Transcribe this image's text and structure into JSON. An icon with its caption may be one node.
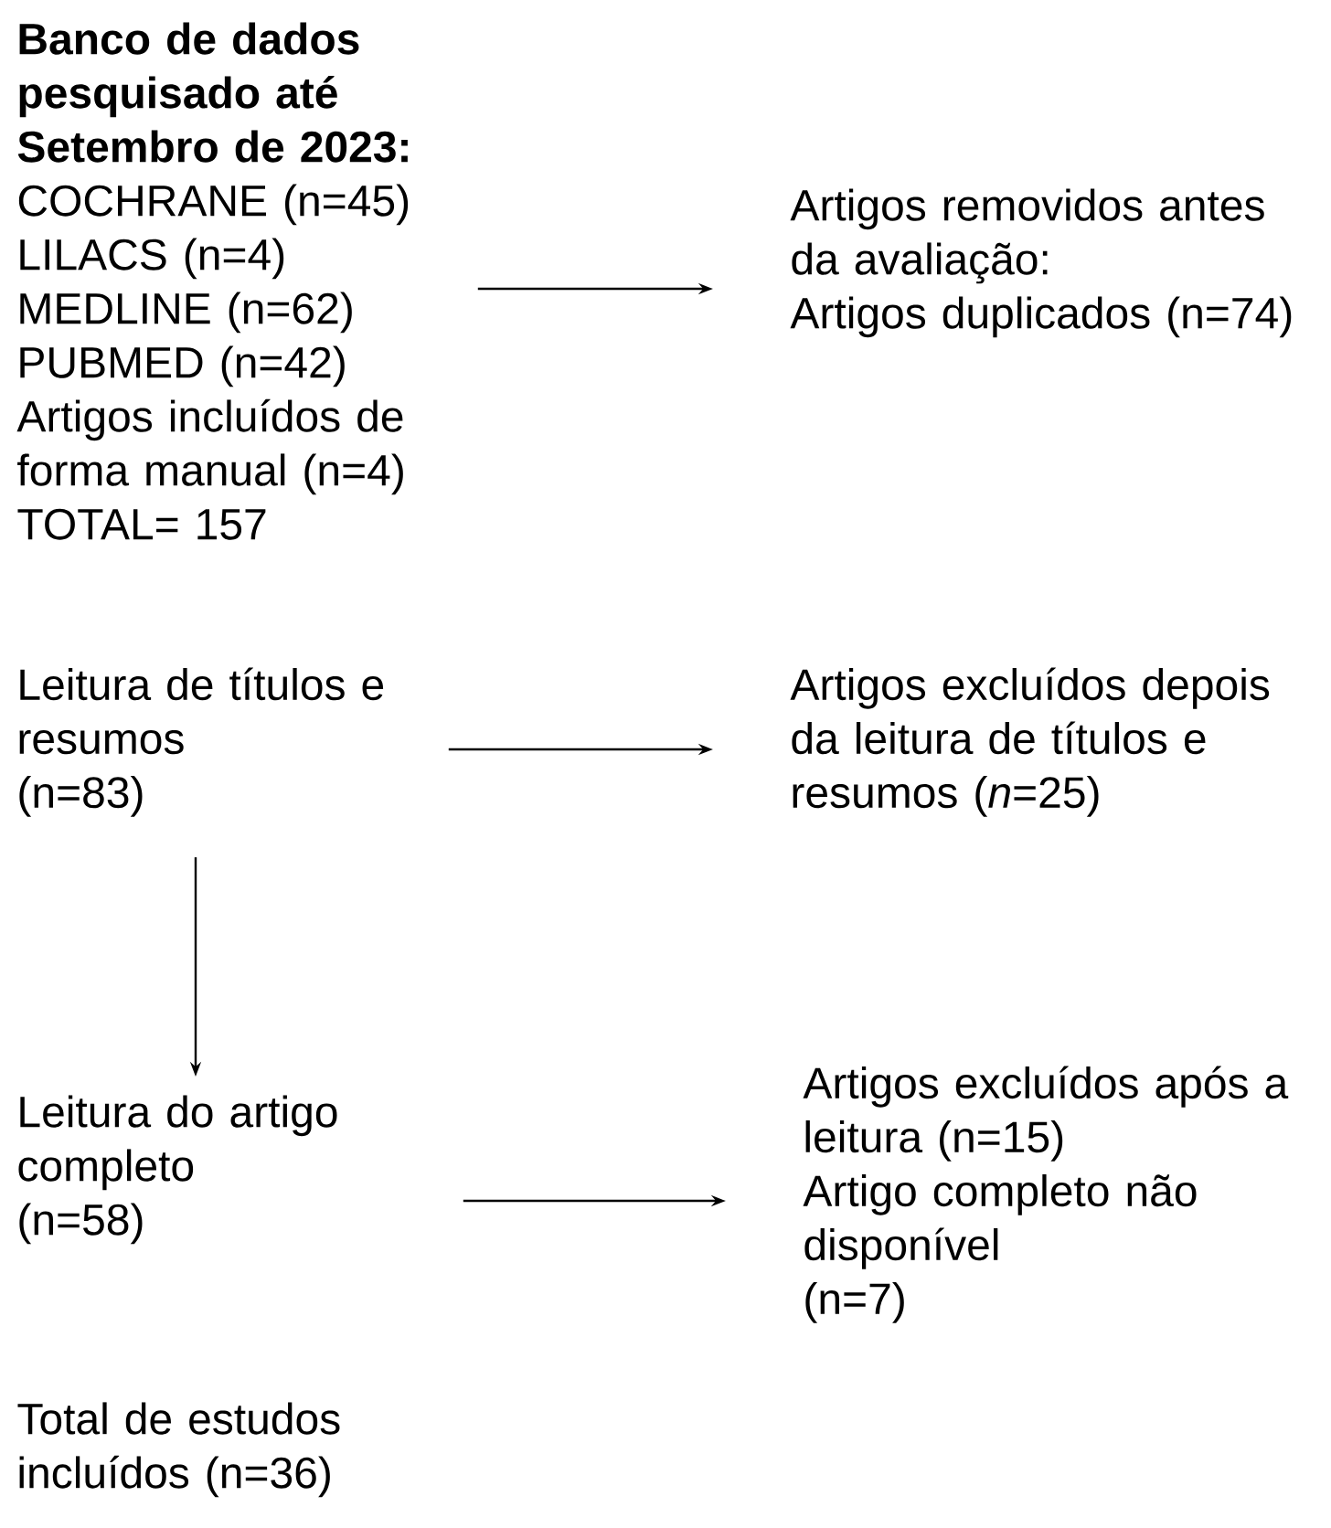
{
  "diagram": {
    "nodes": [
      {
        "text": [
          "Banco de dados pesquisado até Setembro de 2023:",
          "COCHRANE (n=45)",
          "LILACS (n=4)",
          "MEDLINE (n=62)",
          "PUBMED (n=42)",
          "Artigos incluídos de forma manual (n=4)",
          "TOTAL= 157"
        ]
      },
      {
        "text": [
          "Artigos removidos antes da avaliação:",
          "Artigos duplicados (n=74)"
        ]
      },
      {
        "text": [
          "Leitura de títulos e resumos",
          "(n=83)"
        ]
      },
      {
        "text": [
          "Artigos excluídos depois da leitura de títulos e resumos (*n*=25)"
        ]
      },
      {
        "text": [
          "Leitura do artigo completo",
          "(n=58)"
        ]
      },
      {
        "text": [
          "Artigos excluídos após a leitura (n=15)",
          "Artigo completo não disponível",
          "(n=7)"
        ]
      },
      {
        "text": [
          "Total de estudos incluídos (n=36)"
        ]
      }
    ],
    "edges": [
      {
        "from": 0,
        "to": 1,
        "arrow": "to"
      },
      {
        "from": 2,
        "to": 3,
        "arrow": "to"
      },
      {
        "from": 2,
        "to": 4,
        "arrow": "to"
      },
      {
        "from": 4,
        "to": 5,
        "arrow": "to"
      }
    ]
  }
}
